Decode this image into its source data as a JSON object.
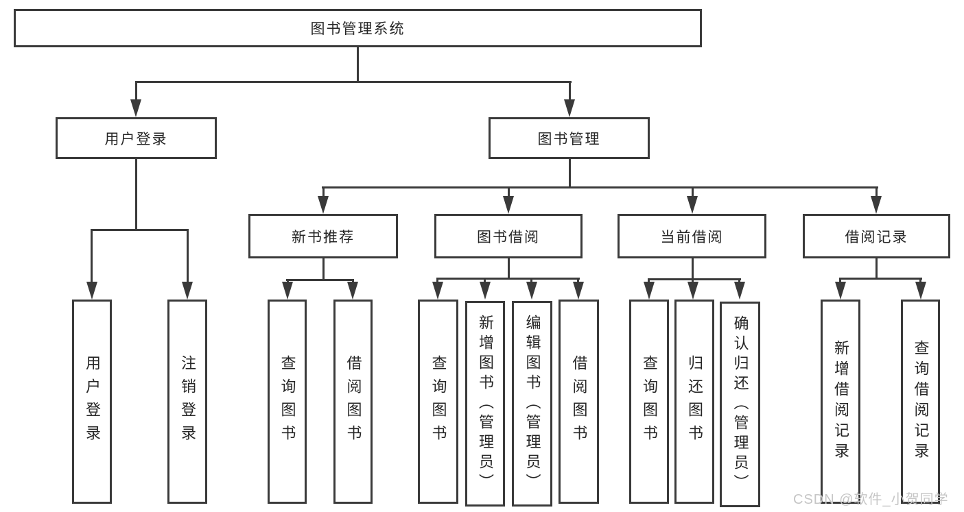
{
  "tree": {
    "root_label": "图书管理系统",
    "user_branch": {
      "label": "用户登录",
      "children": [
        {
          "label": "用户登录"
        },
        {
          "label": "注销登录"
        }
      ]
    },
    "management_branch": {
      "label": "图书管理",
      "groups": [
        {
          "label": "新书推荐",
          "children": [
            {
              "label": "查询图书"
            },
            {
              "label": "借阅图书"
            }
          ]
        },
        {
          "label": "图书借阅",
          "children": [
            {
              "label": "查询图书"
            },
            {
              "label": "新增图书（管理员）"
            },
            {
              "label": "编辑图书（管理员）"
            },
            {
              "label": "借阅图书"
            }
          ]
        },
        {
          "label": "当前借阅",
          "children": [
            {
              "label": "查询图书"
            },
            {
              "label": "归还图书"
            },
            {
              "label": "确认归还（管理员）"
            }
          ]
        },
        {
          "label": "借阅记录",
          "children": [
            {
              "label": "新增借阅记录"
            },
            {
              "label": "查询借阅记录"
            }
          ]
        }
      ]
    }
  },
  "watermark": "CSDN @软件_小贺同学",
  "colors": {
    "line": "#3a3a3a",
    "text": "#262626",
    "watermark": "#c6c6c6",
    "background": "#ffffff"
  }
}
